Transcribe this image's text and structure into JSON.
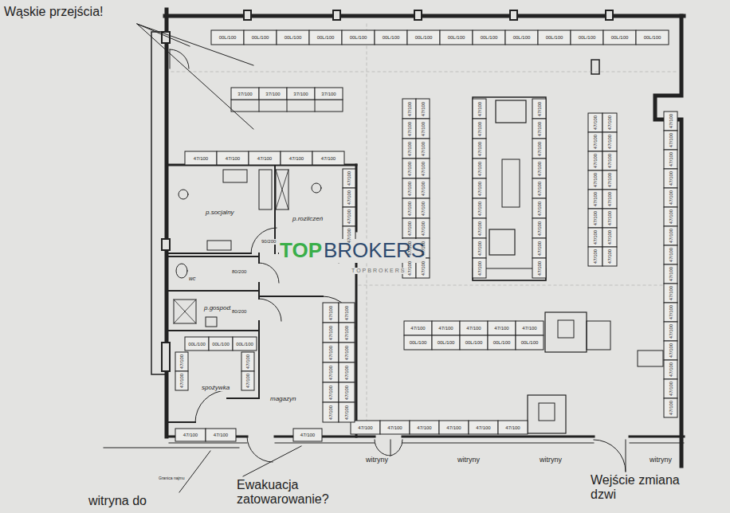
{
  "diagram": {
    "labels": [
      "Wąskie przejścia!",
      "p.socjalny",
      "p.rozliczeń",
      "wc",
      "p.gospod.",
      "spożywka",
      "magazyn",
      "witryny",
      "witryny",
      "witryny",
      "witryny",
      "Wejście zmiana dzwi",
      "Ewakuacja zatowarowanie?",
      "witryna do",
      "Granica najmu",
      "TOP",
      "BROKERS",
      "TOPBROKERS",
      "90/200",
      "80/200",
      "80/200",
      "00L/100",
      "00L/100",
      "00L/100",
      "00L/100",
      "00L/100",
      "00L/100",
      "00L/100",
      "00L/100",
      "00L/100",
      "00L/100",
      "00L/100",
      "00L/100",
      "00L/100",
      "00L/100",
      "37/100",
      "37/100",
      "37/100",
      "37/100",
      "47/100",
      "47/100",
      "47/100",
      "47/100",
      "47/100",
      "47/100",
      "47/100",
      "47/100",
      "47/100",
      "47/100",
      "47/100",
      "47/100",
      "47/100",
      "47/100",
      "47/100",
      "47/100",
      "47/100",
      "47/100",
      "47/100",
      "47/100",
      "47/100",
      "47/100",
      "47/100",
      "47/100",
      "47/100",
      "47/100",
      "47/100",
      "47/100",
      "47/100",
      "47/100",
      "47/100",
      "47/100",
      "47/100",
      "47/100",
      "47/100",
      "47/100",
      "47/100",
      "47/100",
      "47/100",
      "47/100",
      "47/100",
      "47/100",
      "47/100",
      "47/100",
      "47/100",
      "47/100",
      "47/100",
      "47/100",
      "47/100",
      "47/100",
      "47/100",
      "47/100",
      "47/100",
      "47/100",
      "47/100",
      "47/100",
      "47/100",
      "47/100",
      "47/100",
      "47/100",
      "47/100",
      "47/100",
      "47/100",
      "47/100",
      "47/100",
      "47/100",
      "00L/100",
      "00L/100",
      "00L/100",
      "00L/100",
      "00L/100",
      "47/100",
      "47/100",
      "47/100",
      "47/100",
      "47/100",
      "47/100",
      "47/100",
      "47/100",
      "47/100",
      "47/100",
      "47/100",
      "47/100",
      "47/100",
      "47/100",
      "47/100",
      "47/100",
      "47/100",
      "47/100",
      "47/100",
      "47/100",
      "47/100",
      "47/100",
      "47/100",
      "47/100",
      "47/100",
      "47/100",
      "47/100",
      "47/100",
      "47/100",
      "47/100",
      "47/100",
      "47/100",
      "47/100",
      "47/100",
      "00L/100",
      "00L/100",
      "00L/100",
      "47/100",
      "47/100",
      "47/100",
      "47/100",
      "47/100",
      "47/100",
      "47/100"
    ]
  }
}
